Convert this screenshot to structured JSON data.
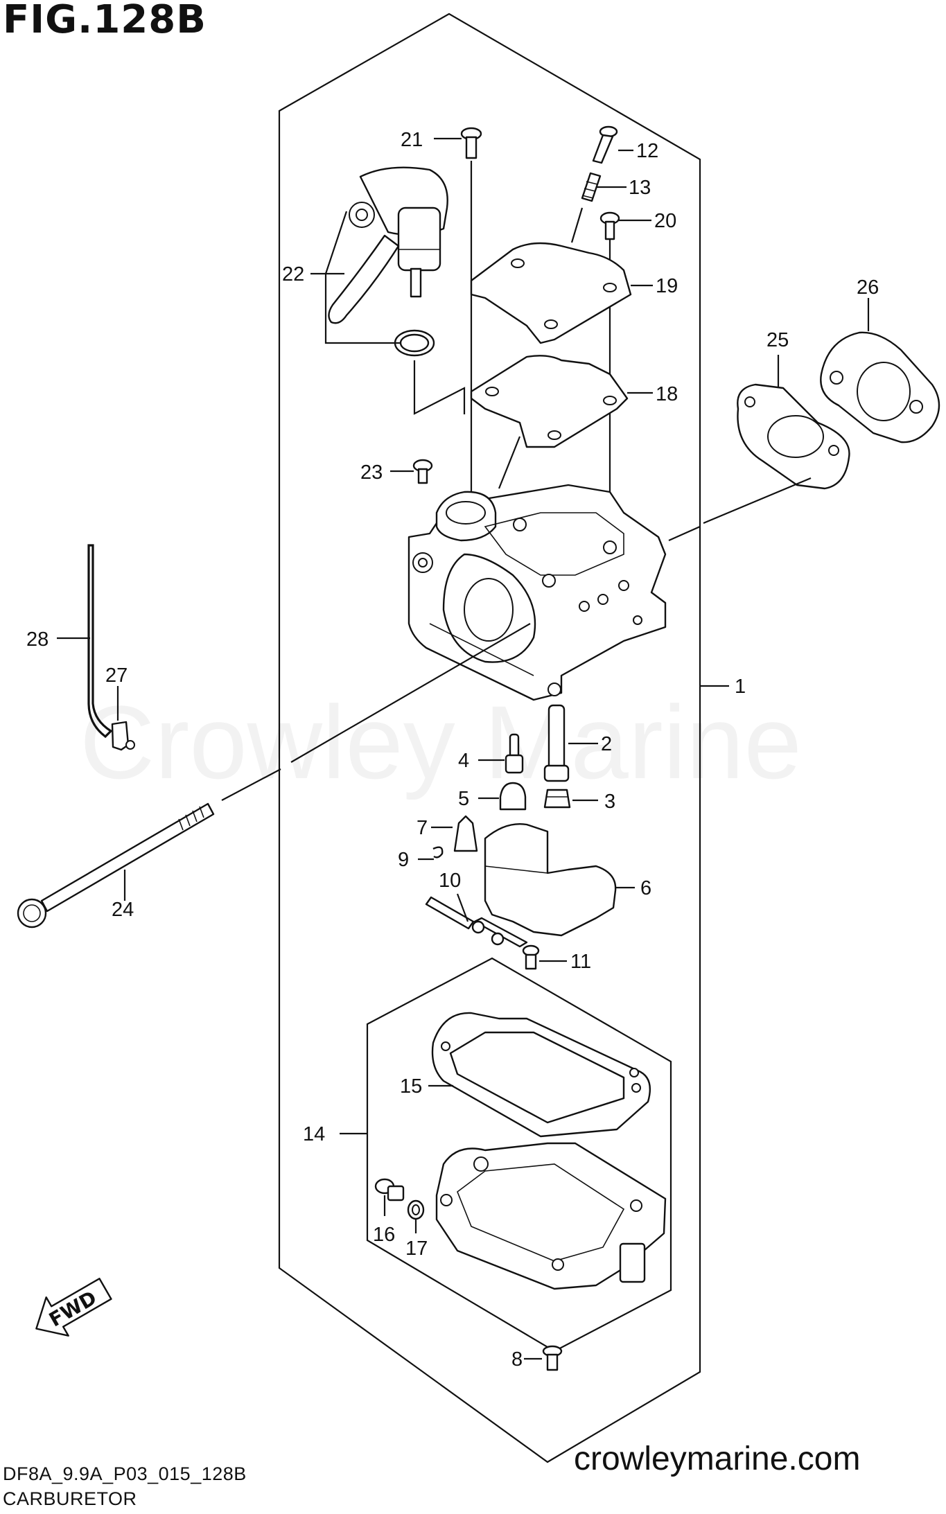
{
  "figure": {
    "title": "FIG.128B",
    "diagram_code": "DF8A_9.9A_P03_015_128B",
    "caption": "CARBURETOR",
    "watermark": "Crowley Marine",
    "site_url": "crowleymarine.com",
    "fwd_label": "FWD"
  },
  "callouts": {
    "c1": "1",
    "c2": "2",
    "c3": "3",
    "c4": "4",
    "c5": "5",
    "c6": "6",
    "c7": "7",
    "c8": "8",
    "c9": "9",
    "c10": "10",
    "c11": "11",
    "c12": "12",
    "c13": "13",
    "c14": "14",
    "c15": "15",
    "c16": "16",
    "c17": "17",
    "c18": "18",
    "c19": "19",
    "c20": "20",
    "c21": "21",
    "c22": "22",
    "c23": "23",
    "c24": "24",
    "c25": "25",
    "c26": "26",
    "c27": "27",
    "c28": "28"
  }
}
